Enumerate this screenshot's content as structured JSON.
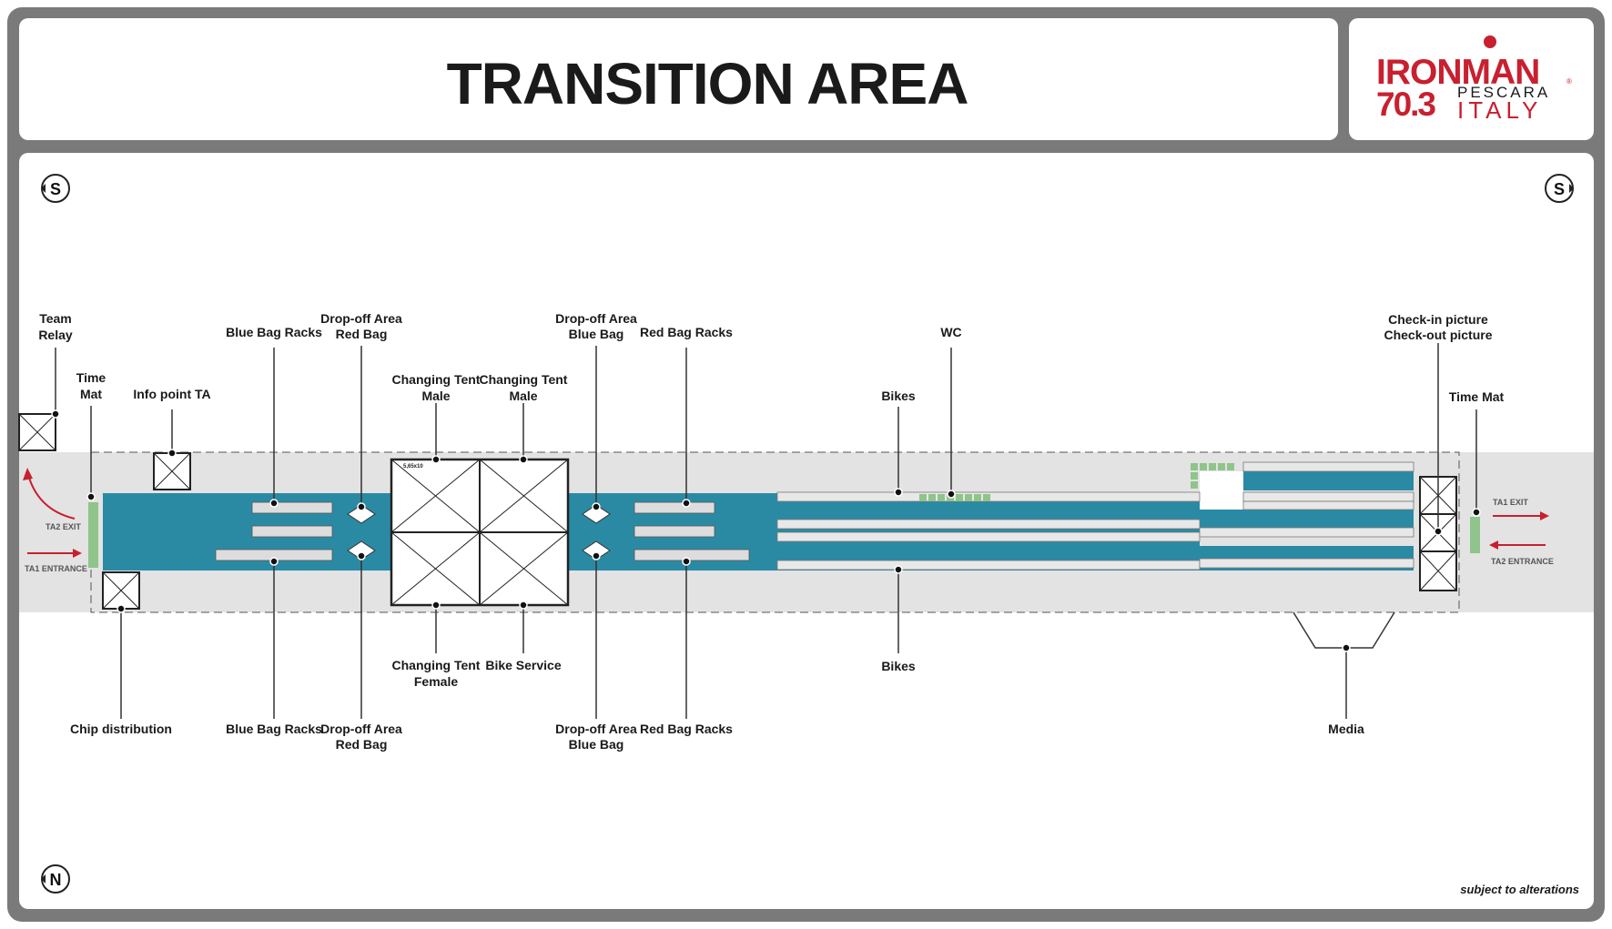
{
  "header": {
    "title": "TRANSITION AREA"
  },
  "logo": {
    "brand": "IRONMAN",
    "distance": "70.3",
    "city": "PESCARA",
    "country": "ITALY",
    "registered_mark": "®"
  },
  "compass": {
    "south_left": "S",
    "south_right": "S",
    "north": "N"
  },
  "labels": {
    "team_relay_1": "Team",
    "team_relay_2": "Relay",
    "time_mat_left_1": "Time",
    "time_mat_left_2": "Mat",
    "info_point": "Info point TA",
    "blue_bag_racks_top": "Blue Bag Racks",
    "dropoff_red_top_1": "Drop-off Area",
    "dropoff_red_top_2": "Red Bag",
    "tent_male_a_1": "Changing Tent",
    "tent_male_a_2": "Male",
    "tent_male_b_1": "Changing Tent",
    "tent_male_b_2": "Male",
    "dropoff_blue_top_1": "Drop-off Area",
    "dropoff_blue_top_2": "Blue Bag",
    "red_bag_racks_top": "Red Bag Racks",
    "wc": "WC",
    "bikes_top": "Bikes",
    "checkin_picture": "Check-in picture",
    "checkout_picture": "Check-out picture",
    "time_mat_right": "Time Mat",
    "chip_distribution": "Chip distribution",
    "blue_bag_racks_bottom": "Blue Bag Racks",
    "dropoff_red_bottom_1": "Drop-off Area",
    "dropoff_red_bottom_2": "Red Bag",
    "tent_female_1": "Changing Tent",
    "tent_female_2": "Female",
    "bike_service": "Bike Service",
    "dropoff_blue_bottom_1": "Drop-off Area",
    "dropoff_blue_bottom_2": "Blue Bag",
    "red_bag_racks_bottom": "Red Bag Racks",
    "bikes_bottom": "Bikes",
    "media": "Media",
    "ta2_exit": "TA2 EXIT",
    "ta1_entrance": "TA1 ENTRANCE",
    "ta1_exit": "TA1 EXIT",
    "ta2_entrance": "TA2 ENTRANCE",
    "tent_size": "5,65x10"
  },
  "footer": {
    "note": "subject to alterations"
  },
  "colors": {
    "frame_gray": "#7a7a7a",
    "lane_teal": "#2b8aa3",
    "road_gray": "#e3e3e3",
    "brand_red": "#c8202f",
    "mat_green": "#8fc48a",
    "text_dark": "#1a1a1a"
  }
}
